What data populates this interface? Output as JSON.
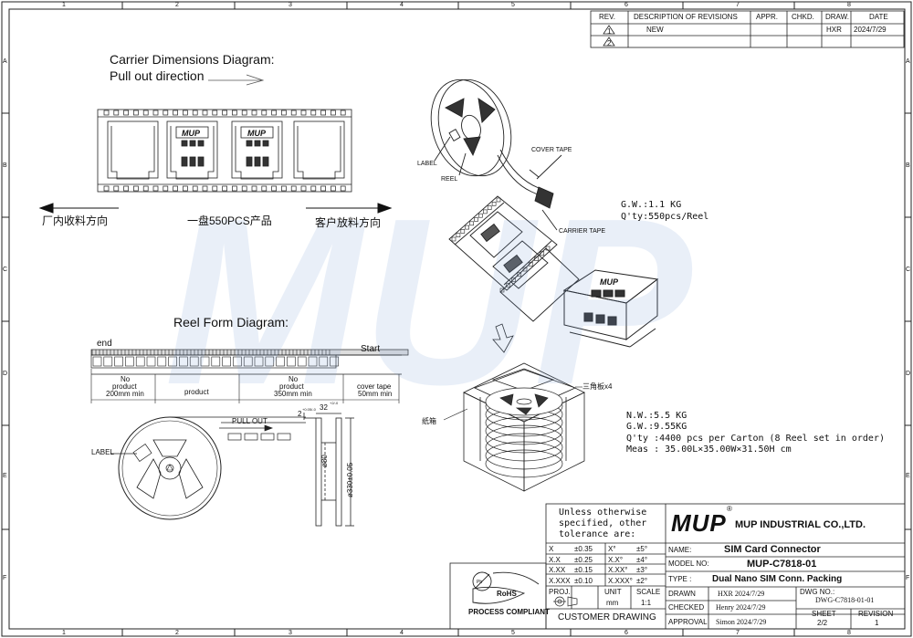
{
  "border": {
    "columns": [
      "1",
      "2",
      "3",
      "4",
      "5",
      "6",
      "7",
      "8"
    ],
    "rows": [
      "A",
      "B",
      "C",
      "D",
      "E",
      "F"
    ]
  },
  "revision_table": {
    "headers": [
      "REV.",
      "DESCRIPTION OF REVISIONS",
      "APPR.",
      "CHKD.",
      "DRAW.",
      "DATE"
    ],
    "rows": [
      {
        "rev": "1",
        "description": "NEW",
        "appr": "",
        "chkd": "",
        "draw": "HXR",
        "date": "2024/7/29"
      },
      {
        "rev": "2",
        "description": "",
        "appr": "",
        "chkd": "",
        "draw": "",
        "date": ""
      }
    ]
  },
  "carrier": {
    "title": "Carrier Dimensions Diagram:",
    "subtitle": "Pull out direction",
    "left_label": "厂内收料方向",
    "center_label": "一盘550PCS产品",
    "right_label": "客户放料方向",
    "part_logo": "MUP"
  },
  "iso": {
    "label": "LABEL",
    "reel": "REEL",
    "cover_tape": "COVER TAPE",
    "carrier_tape": "CARRIER TAPE",
    "gw": "G.W.:1.1  KG",
    "qty": "Q'ty:550pcs/Reel",
    "part_logo": "MUP"
  },
  "reel_form": {
    "title": "Reel Form Diagram:",
    "end": "end",
    "start": "Start",
    "seg1": [
      "No",
      "product",
      "200mm min"
    ],
    "seg2": "product",
    "seg3": [
      "No",
      "product",
      "350mm min"
    ],
    "seg4": [
      "cover tape",
      "50mm min"
    ]
  },
  "reel_view": {
    "pull_out": "PULL OUT",
    "label": "LABEL",
    "dim1": "32",
    "dim1_tol": "+2/-0",
    "dim2": "2",
    "dim2_tol": "+0.05/-0",
    "dia_hub": "ø80",
    "dia_reel": "ø330±0.05"
  },
  "carton": {
    "corner": "三角板x4",
    "box": "纸箱",
    "nw": "N.W.:5.5  KG",
    "gw": "G.W.:9.55KG",
    "qty": "Q'ty :4400 pcs per Carton (8 Reel set in order)",
    "meas": "Meas : 35.00L×35.00W×31.50H  cm"
  },
  "tolerance": {
    "intro": [
      "Unless otherwise",
      "specified, other",
      "tolerance are:"
    ],
    "rows": [
      [
        "X",
        "±0.35",
        "X°",
        "±5°"
      ],
      [
        "X.X",
        "±0.25",
        "X.X°",
        "±4°"
      ],
      [
        "X.XX",
        "±0.15",
        "X.XX°",
        "±3°"
      ],
      [
        "X.XXX",
        "±0.10",
        "X.XXX°",
        "±2°"
      ]
    ],
    "proj": "PROJ.",
    "unit_label": "UNIT",
    "unit_value": "mm",
    "scale_label": "SCALE",
    "scale_value": "1:1",
    "drawing_type": "CUSTOMER  DRAWING"
  },
  "rohs": {
    "badge": "RoHS",
    "caption": "PROCESS COMPLIANT",
    "mark": "Pb"
  },
  "title_block": {
    "logo": "MUP",
    "registered": "®",
    "company": "MUP INDUSTRIAL CO.,LTD.",
    "name_label": "NAME:",
    "name_value": "SIM Card Connector",
    "model_label": "MODEL NO:",
    "model_value": "MUP-C7818-01",
    "type_label": "TYPE :",
    "type_value": "Dual Nano SIM  Conn.  Packing",
    "drawn_label": "DRAWN",
    "drawn_value": "HXR 2024/7/29",
    "checked_label": "CHECKED",
    "checked_value": "Henry 2024/7/29",
    "approval_label": "APPROVAL",
    "approval_value": "Simon 2024/7/29",
    "dwg_label": "DWG NO.:",
    "dwg_value": "DWG-C7818-01-01",
    "sheet_label": "SHEET",
    "sheet_value": "2/2",
    "revision_label": "REVISION",
    "revision_value": "1"
  },
  "watermark": "MUP"
}
